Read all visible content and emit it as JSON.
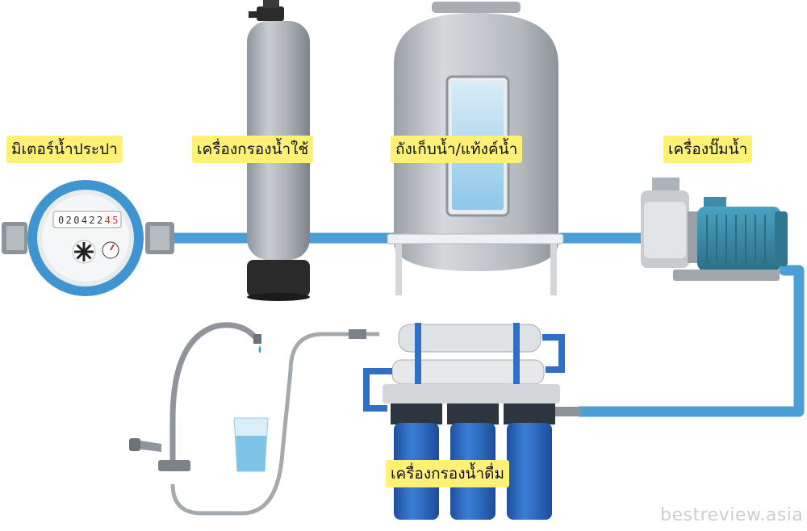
{
  "labels": {
    "meter": "มิเตอร์น้ำประปา",
    "filter": "เครื่องกรองน้ำใช้",
    "tank": "ถังเก็บน้ำ/แท้งค์น้ำ",
    "pump": "เครื่องปั๊มน้ำ",
    "ro": "เครื่องกรองน้ำดื่ม"
  },
  "meter_reading": [
    "0",
    "2",
    "0",
    "4",
    "2",
    "2",
    "4",
    "5"
  ],
  "watermark": "bestreview.asia",
  "colors": {
    "pipe": "#4A9FD4",
    "label_bg": "#FFF176",
    "filter_cartridge": "#2F6FC4",
    "pump_motor": "#3E8CA8"
  },
  "icons": [
    "water-meter-icon",
    "filter-tank-icon",
    "storage-tank-icon",
    "water-pump-icon",
    "ro-filter-icon",
    "faucet-icon",
    "water-glass-icon"
  ]
}
